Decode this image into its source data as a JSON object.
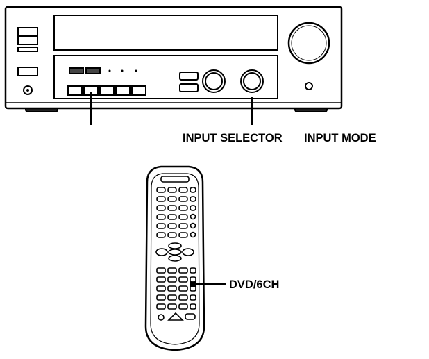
{
  "labels": {
    "input_selector": "INPUT SELECTOR",
    "input_mode": "INPUT MODE",
    "dvd_6ch": "DVD/6CH"
  },
  "colors": {
    "ink": "#000000",
    "paper": "#ffffff"
  }
}
